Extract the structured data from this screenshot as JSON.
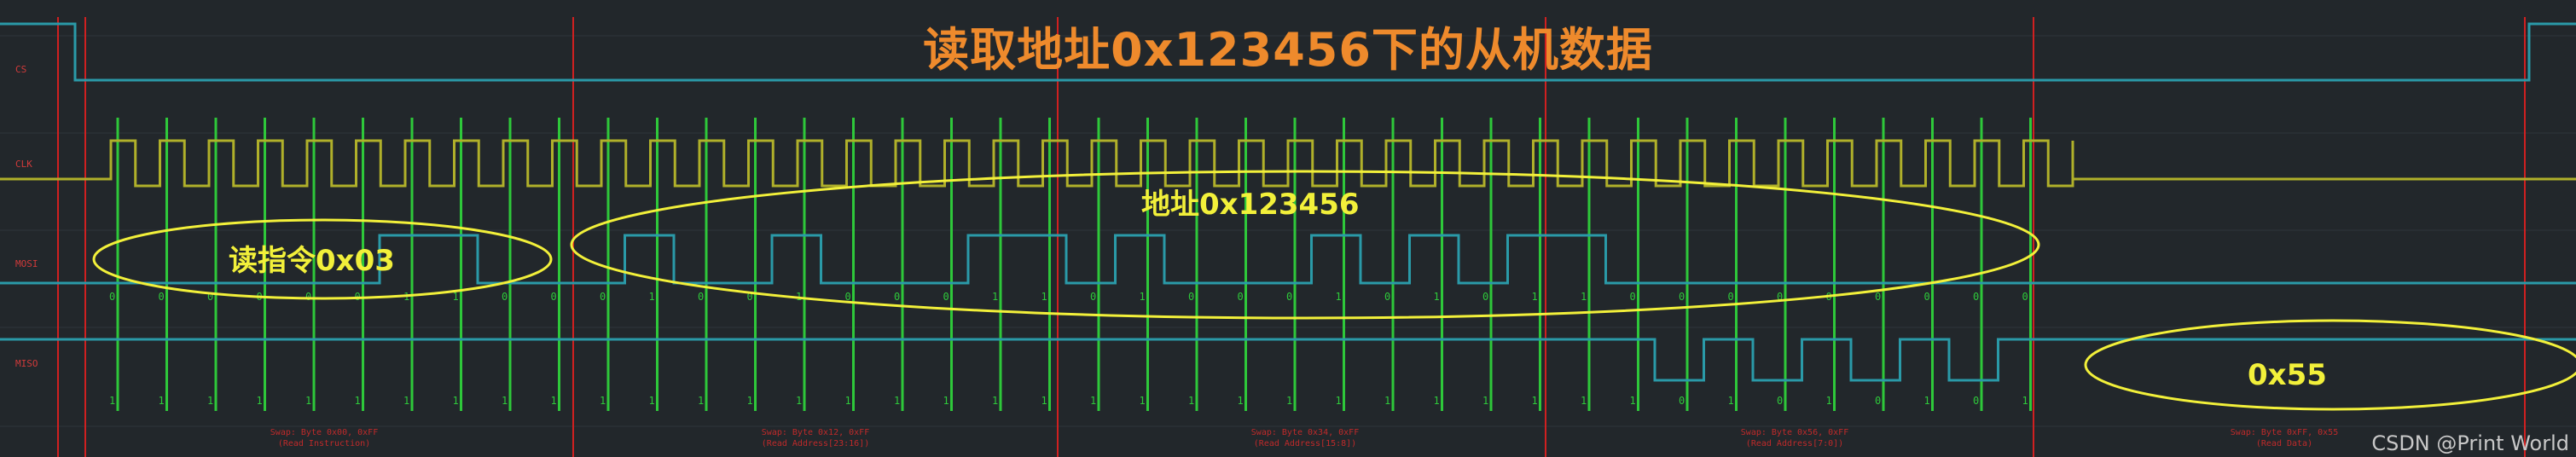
{
  "title": "读取地址0x123456下的从机数据",
  "annotations": {
    "read_cmd": "读指令0x03",
    "address": "地址0x123456",
    "data": "0x55"
  },
  "channels": [
    {
      "label": "CS",
      "color": "#2a9aa8"
    },
    {
      "label": "CLK",
      "color": "#b0b02a"
    },
    {
      "label": "MOSI",
      "color": "#2a9aa8"
    },
    {
      "label": "MISO",
      "color": "#2a9aa8"
    }
  ],
  "mosi_bits": [
    0,
    0,
    0,
    0,
    0,
    0,
    1,
    1,
    0,
    0,
    0,
    1,
    0,
    0,
    1,
    0,
    0,
    0,
    1,
    1,
    0,
    1,
    0,
    0,
    0,
    1,
    0,
    1,
    0,
    1,
    1,
    0,
    0,
    0,
    0,
    0,
    0,
    0,
    0,
    0
  ],
  "miso_bits": [
    1,
    1,
    1,
    1,
    1,
    1,
    1,
    1,
    1,
    1,
    1,
    1,
    1,
    1,
    1,
    1,
    1,
    1,
    1,
    1,
    1,
    1,
    1,
    1,
    1,
    1,
    1,
    1,
    1,
    1,
    1,
    1,
    0,
    1,
    0,
    1,
    0,
    1,
    0,
    1
  ],
  "decode_labels": [
    {
      "line1": "Swap: Byte 0x00, 0xFF",
      "line2": "(Read Instruction)"
    },
    {
      "line1": "Swap: Byte 0x12, 0xFF",
      "line2": "(Read Address[23:16])"
    },
    {
      "line1": "Swap: Byte 0x34, 0xFF",
      "line2": "(Read Address[15:8])"
    },
    {
      "line1": "Swap: Byte 0x56, 0xFF",
      "line2": "(Read Address[7:0])"
    },
    {
      "line1": "Swap: Byte 0xFF, 0x55",
      "line2": "(Read Data)"
    }
  ],
  "watermark": "CSDN @Print World",
  "colors": {
    "background": "#22272b",
    "title": "#ee8a2c",
    "annotation": "#f2f03a",
    "clock_marker": "#2ec83a",
    "byte_marker": "#d02020",
    "signal": "#2a9aa8",
    "clock_signal": "#b0b02a"
  }
}
